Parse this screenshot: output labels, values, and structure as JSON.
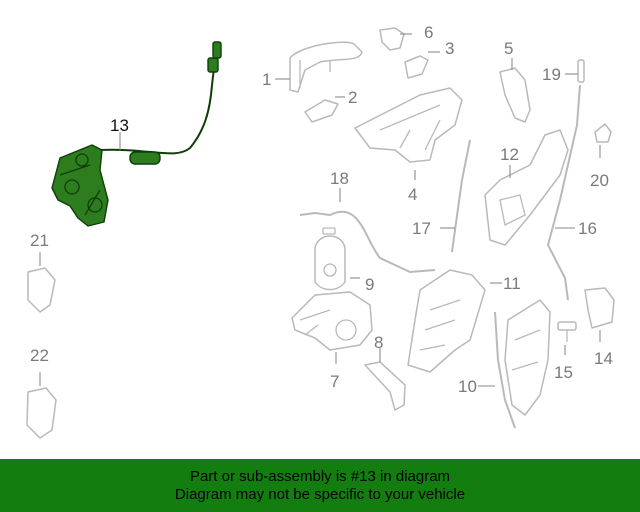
{
  "diagram": {
    "highlight_color": "#2d7d1f",
    "labels": {
      "p1": "1",
      "p2": "2",
      "p3": "3",
      "p4": "4",
      "p5": "5",
      "p6": "6",
      "p7": "7",
      "p8": "8",
      "p9": "9",
      "p10": "10",
      "p11": "11",
      "p12": "12",
      "p13": "13",
      "p14": "14",
      "p15": "15",
      "p16": "16",
      "p17": "17",
      "p18": "18",
      "p19": "19",
      "p20": "20",
      "p21": "21",
      "p22": "22"
    }
  },
  "banner": {
    "background": "#137d10",
    "line1": "Part or sub-assembly is #13 in diagram",
    "line2": "Diagram may not be specific to your vehicle"
  }
}
